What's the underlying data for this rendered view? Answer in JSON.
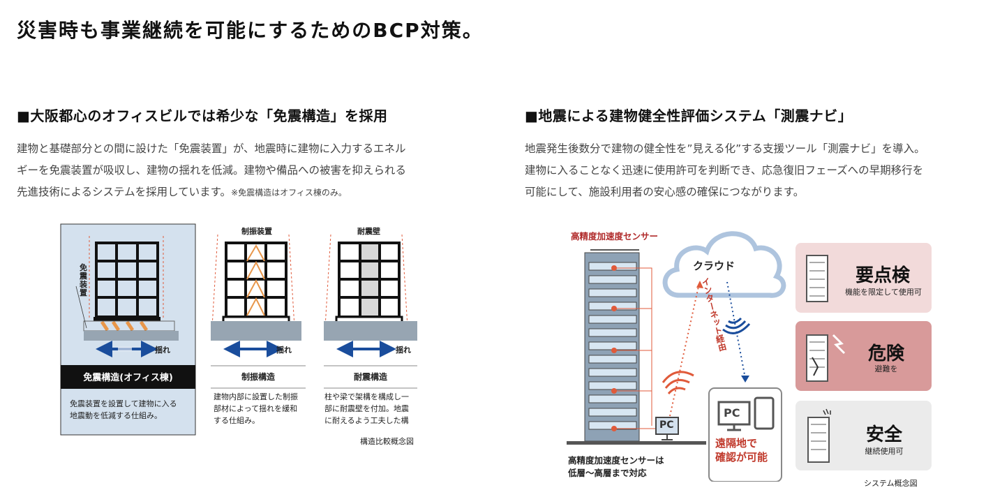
{
  "page_title": "災害時も事業継続を可能にするためのBCP対策。",
  "left": {
    "heading": "■大阪都心のオフィスビルでは希少な「免震構造」を採用",
    "para_line1": "建物と基礎部分との間に設けた「免震装置」が、地震時に建物に入力するエネル",
    "para_line2": "ギーを免震装置が吸収し、建物の揺れを低減。建物や備品への被害を抑えられる",
    "para_line3": "先進技術によるシステムを採用しています。",
    "para_note": "※免震構造はオフィス棟のみ。",
    "diagram": {
      "menshin_device_label": "免震装置",
      "shake_label": "揺れ",
      "col1_title": "免震構造(オフィス棟)",
      "col1_desc_1": "免震装置を設置して建物に入る",
      "col1_desc_2": "地震動を低減する仕組み。",
      "col2_top": "制振装置",
      "col2_title": "制振構造",
      "col2_desc_1": "建物内部に設置した制振",
      "col2_desc_2": "部材によって揺れを緩和",
      "col2_desc_3": "する仕組み。",
      "col3_top": "耐震壁",
      "col3_title": "耐震構造",
      "col3_desc_1": "柱や梁で架構を構成し一",
      "col3_desc_2": "部に耐震壁を付加。地震",
      "col3_desc_3": "に耐えるよう工夫した構",
      "caption": "構造比較概念図"
    }
  },
  "right": {
    "heading": "■地震による建物健全性評価システム「測震ナビ」",
    "para_line1": "地震発生後数分で建物の健全性を”見える化”する支援ツール「測震ナビ」を導入。",
    "para_line2": "建物に入ることなく迅速に使用許可を判断でき、応急復旧フェーズへの早期移行を",
    "para_line3": "可能にして、施設利用者の安心感の確保につながります。",
    "diagram": {
      "sensor_label": "高精度加速度センサー",
      "cloud_label": "クラウド",
      "internet_label": "インターネット経由",
      "pc_label": "PC",
      "remote_line1": "遠隔地で",
      "remote_line2": "確認が可能",
      "sensor_note_1": "高精度加速度センサーは",
      "sensor_note_2": "低層〜高層まで対応",
      "card1_title": "要点検",
      "card1_sub": "機能を限定して使用可",
      "card2_title": "危険",
      "card2_sub": "避難を",
      "card3_title": "安全",
      "card3_sub": "継続使用可",
      "caption": "システム概念図"
    }
  },
  "colors": {
    "accent_red": "#c0392b",
    "navy": "#1a4d9c",
    "card1_bg": "#f2dada",
    "card2_bg": "#d89a9a",
    "card3_bg": "#ebebeb",
    "panel_bg": "#d4e1ee"
  }
}
